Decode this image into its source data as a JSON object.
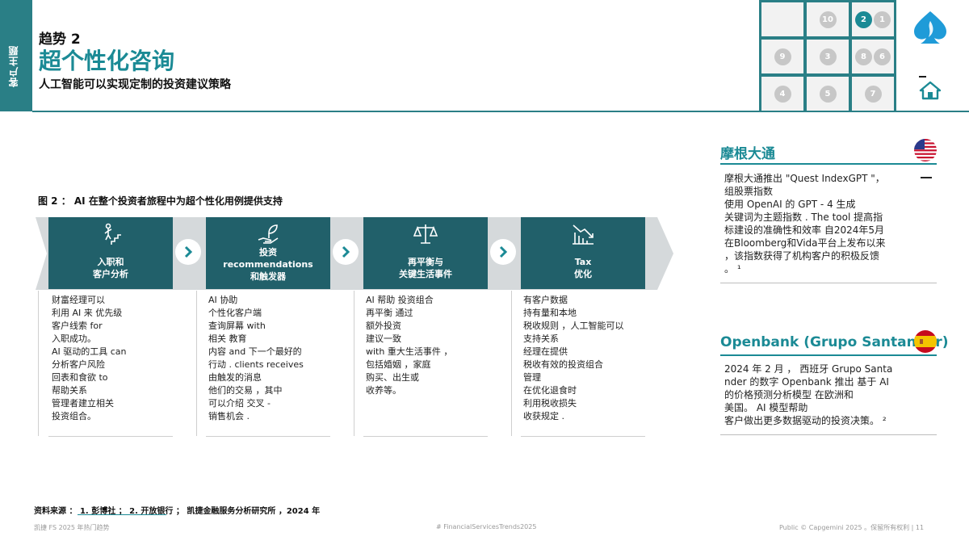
{
  "side_tab": {
    "label": "客户主题"
  },
  "header": {
    "trend_label": "趋势 2",
    "title": "超个性化咨询",
    "subtitle": "人工智能可以实现定制的投资建议策略"
  },
  "nav_grid": {
    "cells": [
      {
        "numbers": []
      },
      {
        "numbers": [
          "10"
        ]
      },
      {
        "numbers": [
          "2",
          "1"
        ],
        "active": "2"
      },
      {
        "numbers": [
          "9"
        ]
      },
      {
        "numbers": [
          "3"
        ]
      },
      {
        "numbers": [
          "8",
          "6"
        ]
      },
      {
        "numbers": [
          "4"
        ]
      },
      {
        "numbers": [
          "5"
        ]
      },
      {
        "numbers": [
          "7"
        ]
      }
    ]
  },
  "figure": {
    "title": "图 2 ： AI 在整个投资者旅程中为超个性化用例提供支持",
    "panels": [
      {
        "icon": "stairs-person-icon",
        "title": "入职和\n客户分析"
      },
      {
        "icon": "hand-plant-icon",
        "title": "投资\nrecommendations\n和触发器"
      },
      {
        "icon": "scales-icon",
        "title": "再平衡与\n关键生活事件"
      },
      {
        "icon": "chart-down-icon",
        "title": "Tax\n优化"
      }
    ],
    "columns": [
      "财富经理可以\n利用 AI 来      优先级\n客户线索      for\n入职成功。\nAI 驱动的工具      can\n分析客户风险\n回表和食欲              to\n帮助关系\n管理者建立相关\n投资组合。",
      "AI 协助\n个性化客户端\n查询屏幕                 with\n相关        教育\n内容      and 下一个最好的\n行动     . clients receives\n由触发的消息\n他们的交易 ，其中\n可以介绍      交叉 -\n销售机会                 .",
      "AI 帮助  投资组合\n再平衡           通过\n额外投资\n建议一致\nwith  重大生活事件      ，\n包括婚姻 ，家庭\n购买、出生或\n收养等。",
      "有客户数据\n持有量和本地\n税收规则 ，人工智能可以\n支持关系\n经理在提供\n税收有效的投资组合\n管理\n在优化退食时\n利用税收损失\n收获规定                 ."
    ]
  },
  "cases": [
    {
      "title": "摩根大通",
      "flag": "us-flag-icon",
      "text": "摩根大通推出 \"Quest IndexGPT \"，\n组股票指数\n使用 OpenAI 的 GPT - 4  生成\n关键词为主题指数 . The tool  提高指\n标建设的准确性和效率  自2024年5月\n在Bloomberg和Vida平台上发布以来\n，该指数获得了机构客户的积极反馈\n。 ¹"
    },
    {
      "title": "Openbank (Grupo Santander)",
      "flag": "spain-flag-icon",
      "text": "2024 年 2 月 ， 西班牙 Grupo Santa\nnder 的数字 Openbank 推出  基于 AI\n的价格预测分析模型  在欧洲和\n美国。 AI 模型帮助\n客户做出更多数据驱动的投资决策。 ²"
    }
  ],
  "source": "资料来源 ： 1. 彭博社 ； 2. 开放银行 ； 凯捷金融服务分析研究所 ，2024 年",
  "footer": {
    "left": "凯捷 FS 2025 年热门趋势",
    "center": "# FinancialServicesTrends2025",
    "right": "Public © Capgemini 2025 。保留所有权利 | 11"
  },
  "colors": {
    "accent": "#1b8a95",
    "dark_teal": "#21606a",
    "band": "#d5d9db"
  }
}
